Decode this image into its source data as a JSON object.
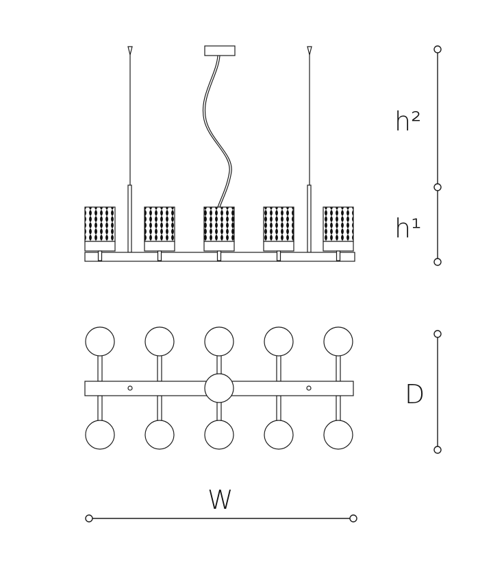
{
  "labels": {
    "h2": "h²",
    "h1": "h¹",
    "d": "D",
    "w": "W"
  },
  "colors": {
    "line": "#1a1a1a",
    "background": "#ffffff"
  },
  "lamp_count": 5,
  "arm_rows": 2
}
